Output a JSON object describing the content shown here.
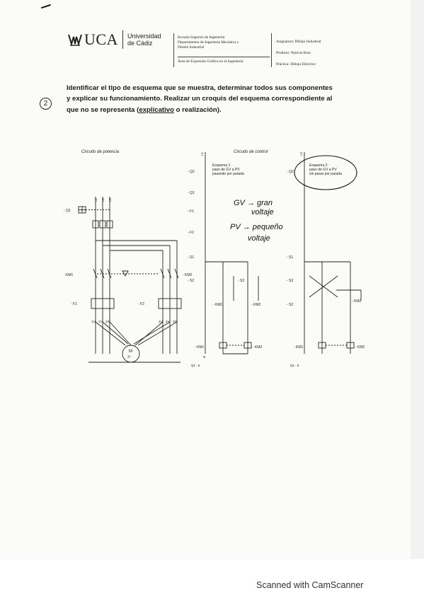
{
  "header": {
    "logo_text": "UCA",
    "university_line1": "Universidad",
    "university_line2": "de Cádiz",
    "school_line1": "Escuela Superior de Ingeniería",
    "school_line2": "Departamento de Ingeniería Mecánica y",
    "school_line3": "Diseño Industrial",
    "area": "Área de Expresión Gráfica en la Ingeniería",
    "subject": "Asignatura: Dibujo Industrial",
    "professor": "Profesor: Patricia Ruiz",
    "practice": "Práctica: Dibujo Eléctrico"
  },
  "question": {
    "number": "2",
    "line1": "Identificar el tipo de esquema que se muestra, determinar todos sus componentes",
    "line2": "y explicar su funcionamiento. Realizar un croquis del esquema correspondiente al",
    "line3_prefix": "que no se representa (",
    "line3_underlined": "explicativo",
    "line3_suffix": " o realización)."
  },
  "diagram": {
    "power_title": "Circuito de potencia",
    "control_title": "Circuito de control",
    "scheme1_l1": "Esquema 1:",
    "scheme1_l2": "paso de GV a PV",
    "scheme1_l3": "pasando por parada",
    "scheme2_l1": "Esquema 2:",
    "scheme2_l2": "paso de GV a PV",
    "scheme2_l3": "sin pasar por parada",
    "phase_l1": "L1",
    "phase_l2": "L2",
    "phase_l3": "L3",
    "top_l1": "L1",
    "top_l2": "L2",
    "bottom_n": "N",
    "lbl_q1": "- Q1",
    "lbl_q2": "- Q2",
    "lbl_km1": "- KM1",
    "lbl_km2": "- KM2",
    "lbl_f1": "- F1",
    "lbl_f2": "- F2",
    "lbl_s1": "- S1",
    "lbl_s2": "- S2",
    "lbl_s3": "- S3",
    "motor_m": "M",
    "motor_type": "3~",
    "terminal_u1": "1U",
    "terminal_v1": "1V",
    "terminal_w1": "1W",
    "terminal_u2": "2U",
    "terminal_v2": "2V",
    "terminal_w2": "2W",
    "ref_q1": "Q1 : 6",
    "note1_l1": "GV → gran",
    "note1_l2": "voltaje",
    "note2_l1": "PV → pequeño",
    "note2_l2": "voltaje"
  },
  "footer": {
    "scanned": "Scanned with CamScanner"
  }
}
